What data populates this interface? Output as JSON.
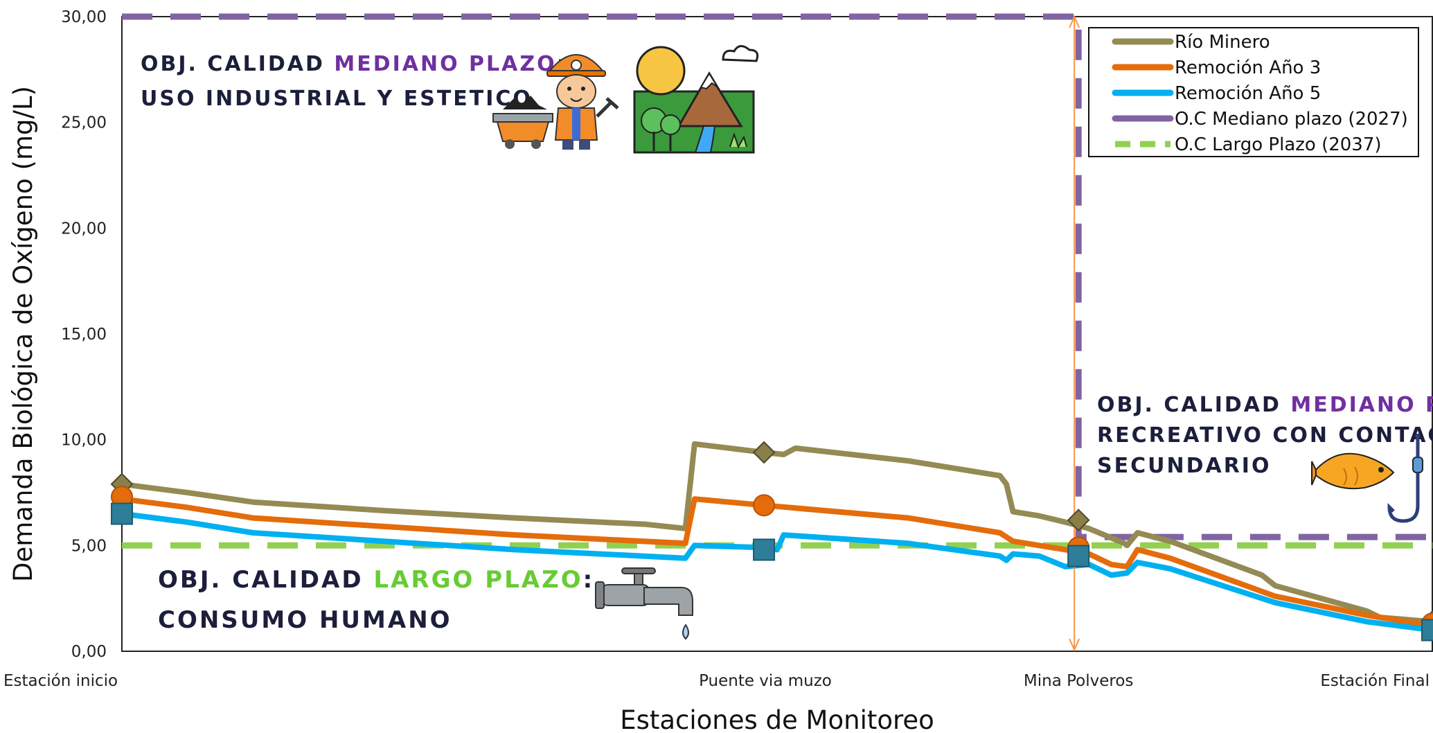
{
  "chart_data": {
    "type": "line",
    "title": "",
    "xlabel": "Estaciones de Monitoreo",
    "ylabel": "Demanda Biológica de Oxígeno (mg/L)",
    "ylim": [
      0,
      30
    ],
    "y_ticks": [
      "0,00",
      "5,00",
      "10,00",
      "15,00",
      "20,00",
      "25,00",
      "30,00"
    ],
    "x_range": [
      0,
      1
    ],
    "x_ticks": [
      {
        "label": "Estación inicio",
        "x": 0
      },
      {
        "label": "Puente via muzo",
        "x": 0.491
      },
      {
        "label": "Mina Polveros",
        "x": 0.73
      },
      {
        "label": "Estación Final",
        "x": 1
      }
    ],
    "legend_position": "top-right",
    "series": [
      {
        "name": "Río Minero",
        "color": "#948A54",
        "style": "solid",
        "points": [
          [
            0,
            7.9
          ],
          [
            0.05,
            7.5
          ],
          [
            0.1,
            7.05
          ],
          [
            0.2,
            6.65
          ],
          [
            0.3,
            6.3
          ],
          [
            0.4,
            6.0
          ],
          [
            0.43,
            5.8
          ],
          [
            0.437,
            9.8
          ],
          [
            0.49,
            9.4
          ],
          [
            0.505,
            9.3
          ],
          [
            0.514,
            9.6
          ],
          [
            0.6,
            9.0
          ],
          [
            0.67,
            8.3
          ],
          [
            0.675,
            7.9
          ],
          [
            0.68,
            6.6
          ],
          [
            0.7,
            6.4
          ],
          [
            0.72,
            6.1
          ],
          [
            0.738,
            5.8
          ],
          [
            0.765,
            5.1
          ],
          [
            0.767,
            5.0
          ],
          [
            0.775,
            5.6
          ],
          [
            0.8,
            5.2
          ],
          [
            0.87,
            3.6
          ],
          [
            0.88,
            3.1
          ],
          [
            0.95,
            1.9
          ],
          [
            0.96,
            1.6
          ],
          [
            1,
            1.4
          ]
        ],
        "markers": {
          "shape": "diamond",
          "points": [
            [
              0,
              7.9
            ],
            [
              0.49,
              9.4
            ],
            [
              0.73,
              6.2
            ],
            [
              1,
              1.4
            ]
          ]
        }
      },
      {
        "name": "Remoción Año 3",
        "color": "#E46C0A",
        "style": "solid",
        "points": [
          [
            0,
            7.2
          ],
          [
            0.05,
            6.8
          ],
          [
            0.1,
            6.3
          ],
          [
            0.2,
            5.9
          ],
          [
            0.3,
            5.5
          ],
          [
            0.43,
            5.1
          ],
          [
            0.437,
            7.2
          ],
          [
            0.49,
            6.9
          ],
          [
            0.6,
            6.3
          ],
          [
            0.67,
            5.6
          ],
          [
            0.68,
            5.2
          ],
          [
            0.72,
            4.8
          ],
          [
            0.738,
            4.6
          ],
          [
            0.755,
            4.1
          ],
          [
            0.767,
            4.0
          ],
          [
            0.775,
            4.8
          ],
          [
            0.8,
            4.4
          ],
          [
            0.88,
            2.6
          ],
          [
            0.95,
            1.7
          ],
          [
            1,
            1.2
          ]
        ],
        "markers": {
          "shape": "circle",
          "points": [
            [
              0,
              7.3
            ],
            [
              0.49,
              6.9
            ],
            [
              0.73,
              4.9
            ],
            [
              1,
              1.3
            ]
          ]
        }
      },
      {
        "name": "Remoción Año 5",
        "color": "#00B0F0",
        "style": "solid",
        "points": [
          [
            0,
            6.5
          ],
          [
            0.05,
            6.1
          ],
          [
            0.1,
            5.6
          ],
          [
            0.2,
            5.2
          ],
          [
            0.3,
            4.8
          ],
          [
            0.43,
            4.4
          ],
          [
            0.437,
            5.0
          ],
          [
            0.49,
            4.9
          ],
          [
            0.5,
            4.8
          ],
          [
            0.505,
            5.5
          ],
          [
            0.6,
            5.1
          ],
          [
            0.67,
            4.5
          ],
          [
            0.675,
            4.3
          ],
          [
            0.68,
            4.6
          ],
          [
            0.7,
            4.5
          ],
          [
            0.72,
            4.0
          ],
          [
            0.738,
            4.1
          ],
          [
            0.755,
            3.6
          ],
          [
            0.767,
            3.7
          ],
          [
            0.775,
            4.2
          ],
          [
            0.8,
            3.9
          ],
          [
            0.88,
            2.3
          ],
          [
            0.95,
            1.4
          ],
          [
            1,
            1.0
          ]
        ],
        "markers": {
          "shape": "square",
          "points": [
            [
              0,
              6.5
            ],
            [
              0.49,
              4.8
            ],
            [
              0.73,
              4.5
            ],
            [
              1,
              1.0
            ]
          ]
        }
      },
      {
        "name": "O.C Mediano plazo (2027)",
        "color": "#8064A2",
        "style": "dashed",
        "points": [
          [
            0,
            30
          ],
          [
            0.73,
            30
          ],
          [
            0.73,
            5.4
          ],
          [
            1,
            5.4
          ]
        ]
      },
      {
        "name": "O.C Largo Plazo (2037)",
        "color": "#92D050",
        "style": "dashed",
        "points": [
          [
            0,
            5.0
          ],
          [
            1,
            5.0
          ]
        ]
      }
    ],
    "divider_x": 0.73,
    "divider_color": "#F79646"
  },
  "annotations": {
    "medium_left": {
      "prefix": "OBJ. CALIDAD ",
      "highlight": "MEDIANO PLAZO",
      "suffix": ":",
      "line2": "USO INDUSTRIAL Y ESTETICO",
      "highlight_color": "#7030A0"
    },
    "medium_right": {
      "prefix": "OBJ. CALIDAD ",
      "highlight": "MEDIANO PLAZO",
      "suffix": ":",
      "line2": "RECREATIVO CON CONTACTO",
      "line3": "SECUNDARIO",
      "highlight_color": "#7030A0"
    },
    "long": {
      "prefix": "OBJ. CALIDAD ",
      "highlight": "LARGO PLAZO",
      "suffix": ":",
      "line2": "CONSUMO HUMANO",
      "highlight_color": "#66CC33"
    }
  },
  "icons": [
    "miner-icon",
    "mine-cart-icon",
    "landscape-icon",
    "faucet-icon",
    "fish-hook-icon"
  ]
}
